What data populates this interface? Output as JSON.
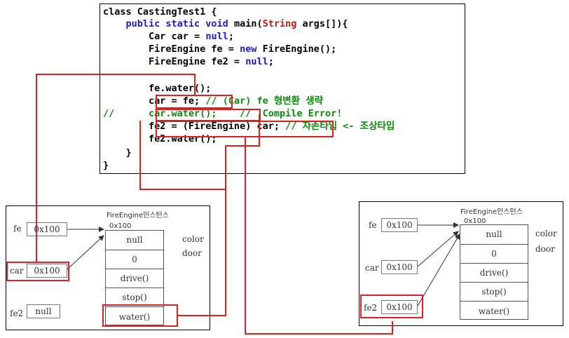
{
  "code": {
    "line1_a": "class CastingTest1 {",
    "line2_a": "    ",
    "line2_kw": "public static void",
    "line2_b": " main(",
    "line2_ty": "String",
    "line2_c": " args[]){",
    "line3_a": "        Car car = ",
    "line3_kw": "null",
    "line3_b": ";",
    "line4_a": "        FireEngine fe = ",
    "line4_kw": "new",
    "line4_b": " FireEngine();",
    "line5_a": "        FireEngine fe2 = ",
    "line5_kw": "null",
    "line5_b": ";",
    "line7": "        fe.water();",
    "line8_a": "        car = fe; ",
    "line8_cm": "// (Car) fe 형변환 생략",
    "line9_cm1": "//",
    "line9_cm2": "      car.water();",
    "line9_cm3": "    //  Compile Error!",
    "line10_a": "        fe2 = (FireEngine) car; ",
    "line10_cm": "// 자손타입 <- 조상타입",
    "line11": "        fe2.water();",
    "line12": "    }",
    "line13": "}"
  },
  "left_diagram": {
    "instance_title": "FireEngine인스턴스",
    "address": "0x100",
    "fe_label": "fe",
    "fe_value": "0x100",
    "car_label": "car",
    "car_value": "0x100",
    "fe2_label": "fe2",
    "fe2_value": "null",
    "color_label": "color",
    "door_label": "door",
    "cells": [
      "null",
      "0",
      "drive()",
      "stop()",
      "water()"
    ]
  },
  "right_diagram": {
    "instance_title": "FireEngine인스턴스",
    "address": "0x100",
    "fe_label": "fe",
    "fe_value": "0x100",
    "car_label": "car",
    "car_value": "0x100",
    "fe2_label": "fe2",
    "fe2_value": "0x100",
    "color_label": "color",
    "door_label": "door",
    "cells": [
      "null",
      "0",
      "drive()",
      "stop()",
      "water()"
    ]
  },
  "colors": {
    "keyword": "#1a1ad6",
    "type": "#d01010",
    "comment": "#0c8a0c",
    "highlight": "#e02020"
  }
}
